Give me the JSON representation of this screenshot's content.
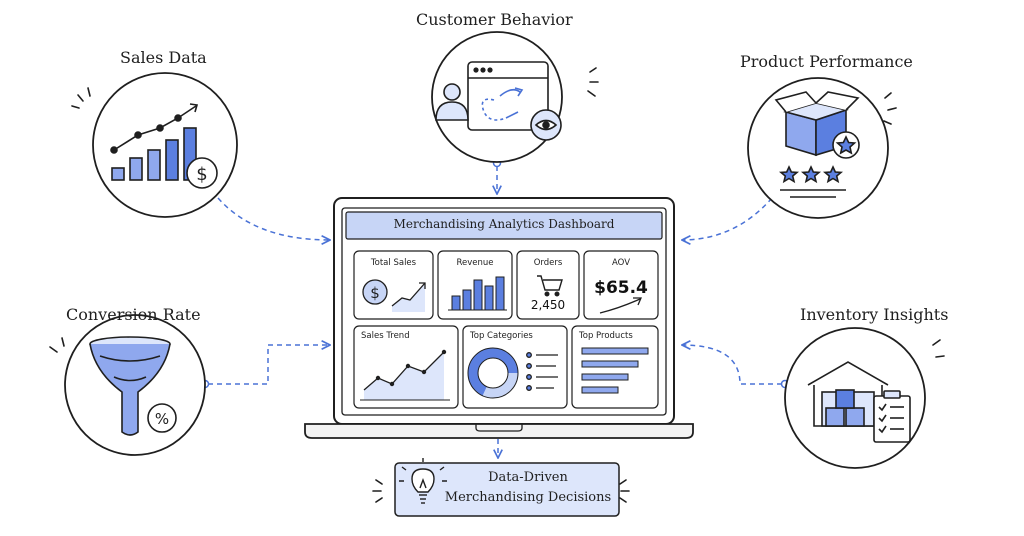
{
  "colors": {
    "ink": "#1f1f1f",
    "accent": "#5b7fe0",
    "accent_fill": "#8fa8ee",
    "accent_light": "#dde6fb",
    "dash": "#4a72d6"
  },
  "nodes": {
    "customer_behavior": {
      "label": "Customer Behavior",
      "icon": "web-journey-icon"
    },
    "sales_data": {
      "label": "Sales Data",
      "icon": "bar-chart-dollar-icon"
    },
    "product_performance": {
      "label": "Product Performance",
      "icon": "box-star-rating-icon"
    },
    "conversion_rate": {
      "label": "Conversion Rate",
      "icon": "funnel-percent-icon"
    },
    "inventory_insights": {
      "label": "Inventory Insights",
      "icon": "warehouse-checklist-icon"
    }
  },
  "dashboard": {
    "title": "Merchandising Analytics Dashboard",
    "kpis": {
      "total_sales": {
        "label": "Total Sales"
      },
      "revenue": {
        "label": "Revenue"
      },
      "orders": {
        "label": "Orders",
        "value": "2,450"
      },
      "aov": {
        "label": "AOV",
        "value": "$65.4"
      }
    },
    "panels": {
      "sales_trend": {
        "label": "Sales Trend"
      },
      "top_categories": {
        "label": "Top Categories"
      },
      "top_products": {
        "label": "Top Products"
      }
    }
  },
  "output": {
    "line1": "Data-Driven",
    "line2": "Merchandising Decisions",
    "icon": "lightbulb-icon"
  }
}
